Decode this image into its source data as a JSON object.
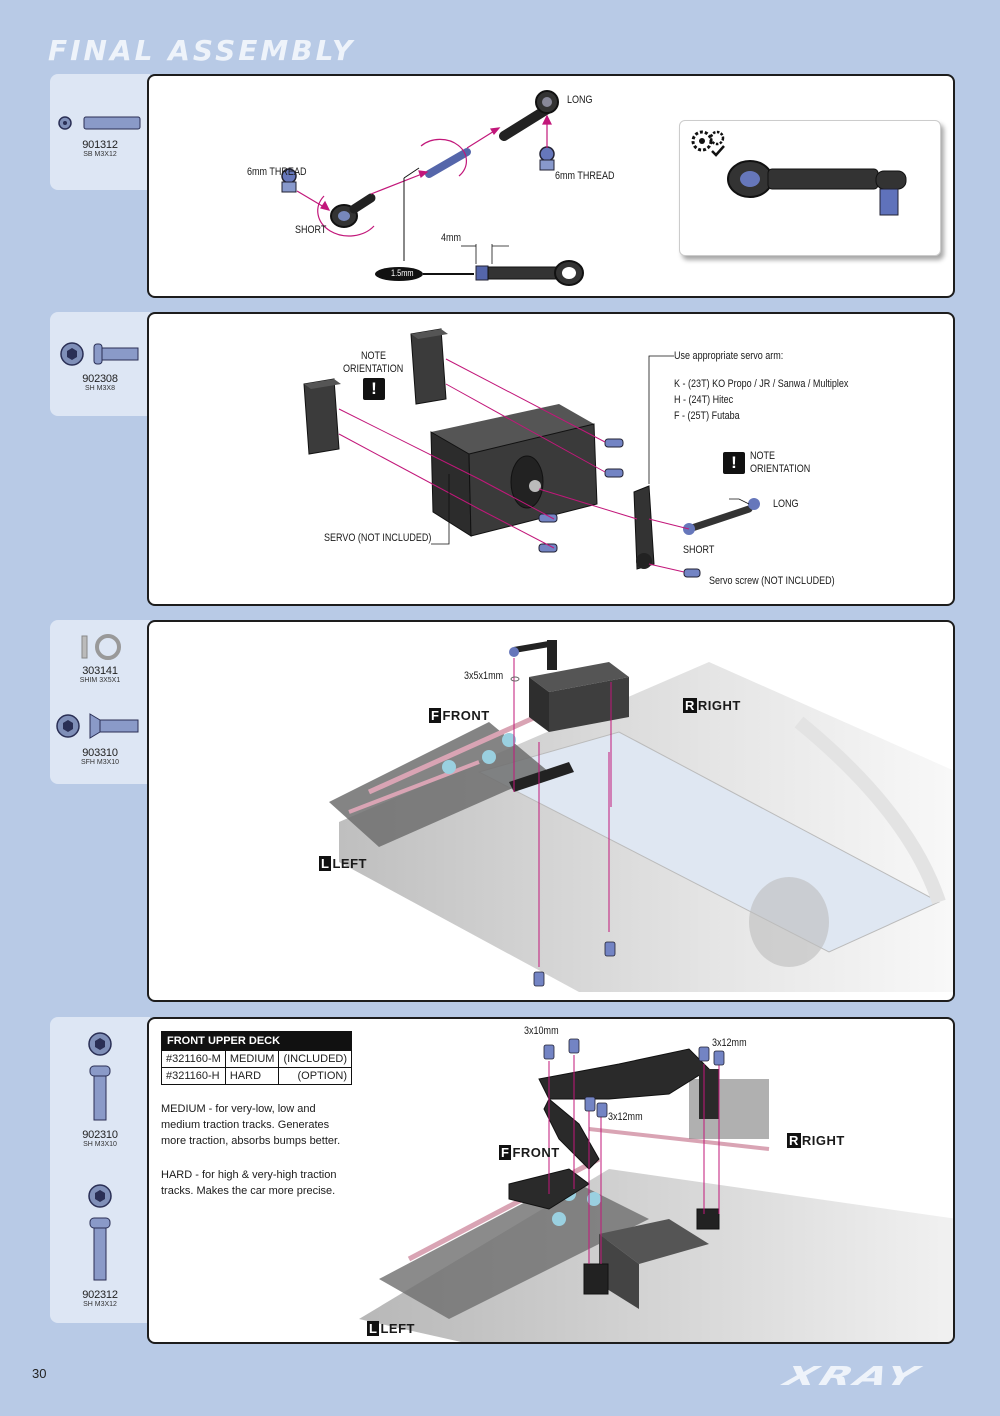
{
  "page": {
    "title": "FINAL ASSEMBLY",
    "page_number": "30",
    "brand": "XRAY"
  },
  "step1": {
    "parts": [
      {
        "number": "901312",
        "desc": "SB M3x12"
      }
    ],
    "labels": {
      "long": "LONG",
      "thread_left": "6mm THREAD",
      "thread_right": "6mm THREAD",
      "short": "SHORT",
      "gap": "4mm",
      "tool": "1.5mm"
    }
  },
  "step2": {
    "parts": [
      {
        "number": "902308",
        "desc": "SH M3x8"
      }
    ],
    "labels": {
      "note1_line1": "NOTE",
      "note1_line2": "ORIENTATION",
      "servo": "SERVO (NOT INCLUDED)",
      "servo_arm_title": "Use appropriate servo arm:",
      "arm_k": "K - (23T) KO Propo / JR / Sanwa / Multiplex",
      "arm_h": "H - (24T) Hitec",
      "arm_f": "F - (25T) Futaba",
      "note2_line1": "NOTE",
      "note2_line2": "ORIENTATION",
      "long": "LONG",
      "short": "SHORT",
      "servo_screw": "Servo screw (NOT INCLUDED)"
    }
  },
  "step3": {
    "parts": [
      {
        "number": "303141",
        "desc": "SHIM 3x5x1"
      },
      {
        "number": "903310",
        "desc": "SFH M3x10"
      }
    ],
    "labels": {
      "shim": "3x5x1mm",
      "front": "FRONT",
      "right": "RIGHT",
      "left": "LEFT"
    }
  },
  "step4": {
    "parts": [
      {
        "number": "902310",
        "desc": "SH M3x10"
      },
      {
        "number": "902312",
        "desc": "SH M3x12"
      }
    ],
    "table": {
      "header": "FRONT UPPER DECK",
      "rows": [
        {
          "code": "#321160-M",
          "grade": "MEDIUM",
          "status": "(INCLUDED)"
        },
        {
          "code": "#321160-H",
          "grade": "HARD",
          "status": "(OPTION)"
        }
      ]
    },
    "notes": {
      "medium": "MEDIUM - for very-low, low and medium traction tracks. Generates more traction, absorbs bumps better.",
      "hard": "HARD - for high & very-high traction tracks. Makes the car more precise."
    },
    "labels": {
      "screw_a": "3x10mm",
      "screw_b": "3x12mm",
      "screw_c": "3x12mm",
      "front": "FRONT",
      "right": "RIGHT",
      "left": "LEFT"
    }
  }
}
